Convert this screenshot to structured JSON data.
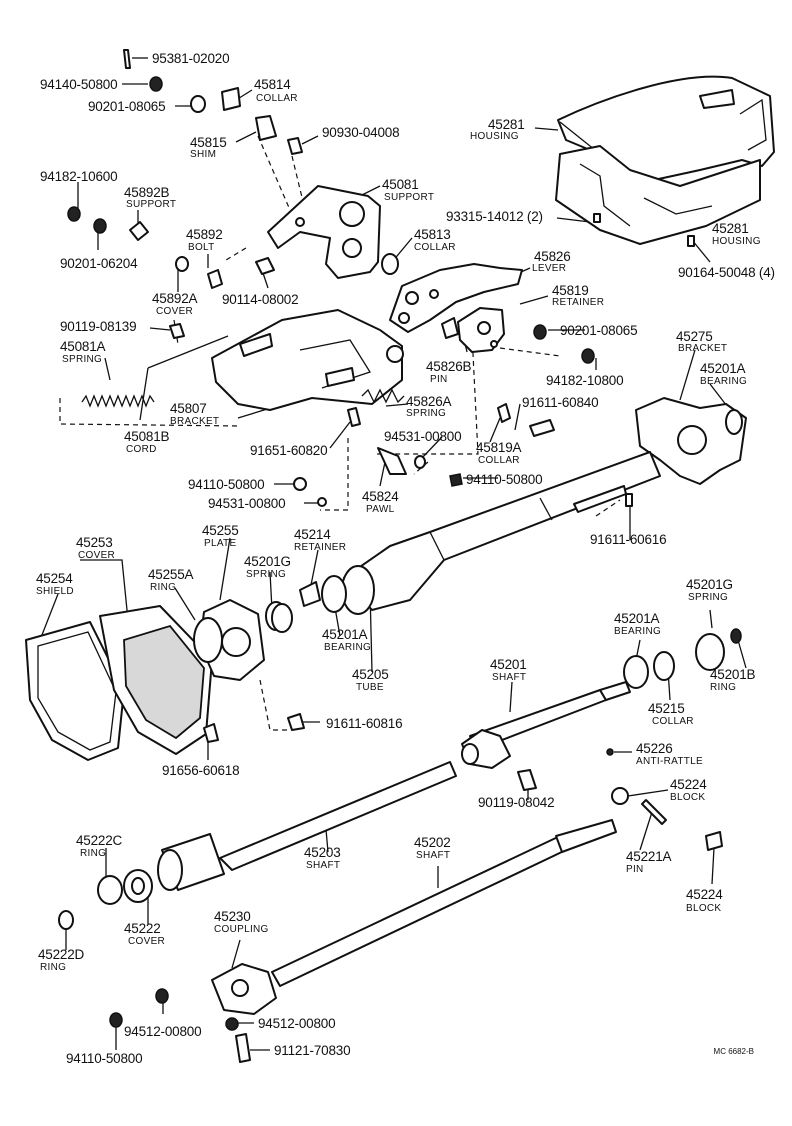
{
  "parts": [
    {
      "id": "p1",
      "number": "95381-02020",
      "name": ""
    },
    {
      "id": "p2",
      "number": "94140-50800",
      "name": ""
    },
    {
      "id": "p3",
      "number": "90201-08065",
      "name": ""
    },
    {
      "id": "p4",
      "number": "45814",
      "name": "COLLAR"
    },
    {
      "id": "p5",
      "number": "45815",
      "name": "SHIM"
    },
    {
      "id": "p6",
      "number": "90930-04008",
      "name": ""
    },
    {
      "id": "p7",
      "number": "45281",
      "name": "HOUSING"
    },
    {
      "id": "p8",
      "number": "45281",
      "name": "HOUSING"
    },
    {
      "id": "p9",
      "number": "94182-10600",
      "name": ""
    },
    {
      "id": "p10",
      "number": "45892B",
      "name": "SUPPORT"
    },
    {
      "id": "p11",
      "number": "45081",
      "name": "SUPPORT"
    },
    {
      "id": "p12",
      "number": "93315-14012 (2)",
      "name": ""
    },
    {
      "id": "p13",
      "number": "90201-06204",
      "name": ""
    },
    {
      "id": "p14",
      "number": "45892",
      "name": "BOLT"
    },
    {
      "id": "p15",
      "number": "45813",
      "name": "COLLAR"
    },
    {
      "id": "p16",
      "number": "45826",
      "name": "LEVER"
    },
    {
      "id": "p17",
      "number": "90164-50048 (4)",
      "name": ""
    },
    {
      "id": "p18",
      "number": "45892A",
      "name": "COVER"
    },
    {
      "id": "p19",
      "number": "90114-08002",
      "name": ""
    },
    {
      "id": "p20",
      "number": "45819",
      "name": "RETAINER"
    },
    {
      "id": "p21",
      "number": "90119-08139",
      "name": ""
    },
    {
      "id": "p22",
      "number": "90201-08065",
      "name": ""
    },
    {
      "id": "p23",
      "number": "45275",
      "name": "BRACKET"
    },
    {
      "id": "p24",
      "number": "45081A",
      "name": "SPRING"
    },
    {
      "id": "p25",
      "number": "45826B",
      "name": "PIN"
    },
    {
      "id": "p26",
      "number": "94182-10800",
      "name": ""
    },
    {
      "id": "p27",
      "number": "45201A",
      "name": "BEARING"
    },
    {
      "id": "p28",
      "number": "45826A",
      "name": "SPRING"
    },
    {
      "id": "p29",
      "number": "45807",
      "name": "BRACKET"
    },
    {
      "id": "p30",
      "number": "91611-60840",
      "name": ""
    },
    {
      "id": "p31",
      "number": "45081B",
      "name": "CORD"
    },
    {
      "id": "p32",
      "number": "94531-00800",
      "name": ""
    },
    {
      "id": "p33",
      "number": "45819A",
      "name": "COLLAR"
    },
    {
      "id": "p34",
      "number": "91651-60820",
      "name": ""
    },
    {
      "id": "p35",
      "number": "94110-50800",
      "name": ""
    },
    {
      "id": "p36",
      "number": "94110-50800",
      "name": ""
    },
    {
      "id": "p37",
      "number": "94531-00800",
      "name": ""
    },
    {
      "id": "p38",
      "number": "45824",
      "name": "PAWL"
    },
    {
      "id": "p39",
      "number": "91611-60616",
      "name": ""
    },
    {
      "id": "p40",
      "number": "45255",
      "name": "PLATE"
    },
    {
      "id": "p41",
      "number": "45214",
      "name": "RETAINER"
    },
    {
      "id": "p42",
      "number": "45253",
      "name": "COVER"
    },
    {
      "id": "p43",
      "number": "45201G",
      "name": "SPRING"
    },
    {
      "id": "p44",
      "number": "45254",
      "name": "SHIELD"
    },
    {
      "id": "p45",
      "number": "45255A",
      "name": "RING"
    },
    {
      "id": "p46",
      "number": "45201G",
      "name": "SPRING"
    },
    {
      "id": "p47",
      "number": "45201A",
      "name": "BEARING"
    },
    {
      "id": "p48",
      "number": "45201A",
      "name": "BEARING"
    },
    {
      "id": "p49",
      "number": "45201",
      "name": "SHAFT"
    },
    {
      "id": "p50",
      "number": "45205",
      "name": "TUBE"
    },
    {
      "id": "p51",
      "number": "45201B",
      "name": "RING"
    },
    {
      "id": "p52",
      "number": "45215",
      "name": "COLLAR"
    },
    {
      "id": "p53",
      "number": "91611-60816",
      "name": ""
    },
    {
      "id": "p54",
      "number": "91656-60618",
      "name": ""
    },
    {
      "id": "p55",
      "number": "45226",
      "name": "ANTI-RATTLE"
    },
    {
      "id": "p56",
      "number": "90119-08042",
      "name": ""
    },
    {
      "id": "p57",
      "number": "45224",
      "name": "BLOCK"
    },
    {
      "id": "p58",
      "number": "45222C",
      "name": "RING"
    },
    {
      "id": "p59",
      "number": "45202",
      "name": "SHAFT"
    },
    {
      "id": "p60",
      "number": "45203",
      "name": "SHAFT"
    },
    {
      "id": "p61",
      "number": "45221A",
      "name": "PIN"
    },
    {
      "id": "p62",
      "number": "45224",
      "name": "BLOCK"
    },
    {
      "id": "p63",
      "number": "45222",
      "name": "COVER"
    },
    {
      "id": "p64",
      "number": "45230",
      "name": "COUPLING"
    },
    {
      "id": "p65",
      "number": "45222D",
      "name": "RING"
    },
    {
      "id": "p66",
      "number": "94512-00800",
      "name": ""
    },
    {
      "id": "p67",
      "number": "94512-00800",
      "name": ""
    },
    {
      "id": "p68",
      "number": "91121-70830",
      "name": ""
    },
    {
      "id": "p69",
      "number": "94110-50800",
      "name": ""
    }
  ],
  "drawing_code": "MC 6682-B"
}
